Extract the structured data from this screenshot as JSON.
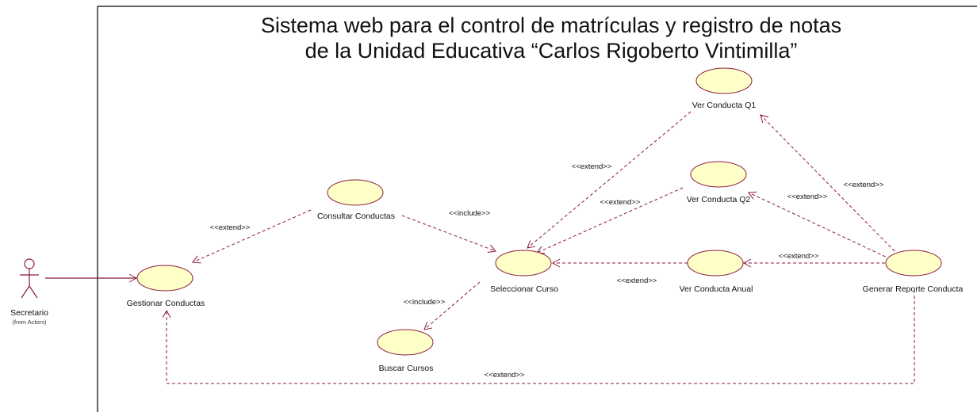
{
  "title": {
    "line1": "Sistema web para el control de matrículas y registro de notas",
    "line2": "de la Unidad Educativa “Carlos Rigoberto Vintimilla”"
  },
  "actor": {
    "name": "Secretario",
    "source": "(from Actors)"
  },
  "use_cases": {
    "gestionar_conductas": "Gestionar Conductas",
    "consultar_conductas": "Consultar Conductas",
    "seleccionar_curso": "Seleccionar Curso",
    "buscar_cursos": "Buscar Cursos",
    "ver_conducta_q1": "Ver Conducta Q1",
    "ver_conducta_q2": "Ver Conducta Q2",
    "ver_conducta_anual": "Ver Conducta Anual",
    "generar_reporte_conducta": "Generar Reporte Conducta"
  },
  "stereotypes": {
    "extend": "<<extend>>",
    "include": "<<include>>"
  },
  "colors": {
    "relation": "#8b1a3d",
    "usecase_fill": "#ffffc8",
    "usecase_stroke": "#8b1a3d",
    "actor_stroke": "#8b1a3d",
    "frame": "#000000"
  }
}
